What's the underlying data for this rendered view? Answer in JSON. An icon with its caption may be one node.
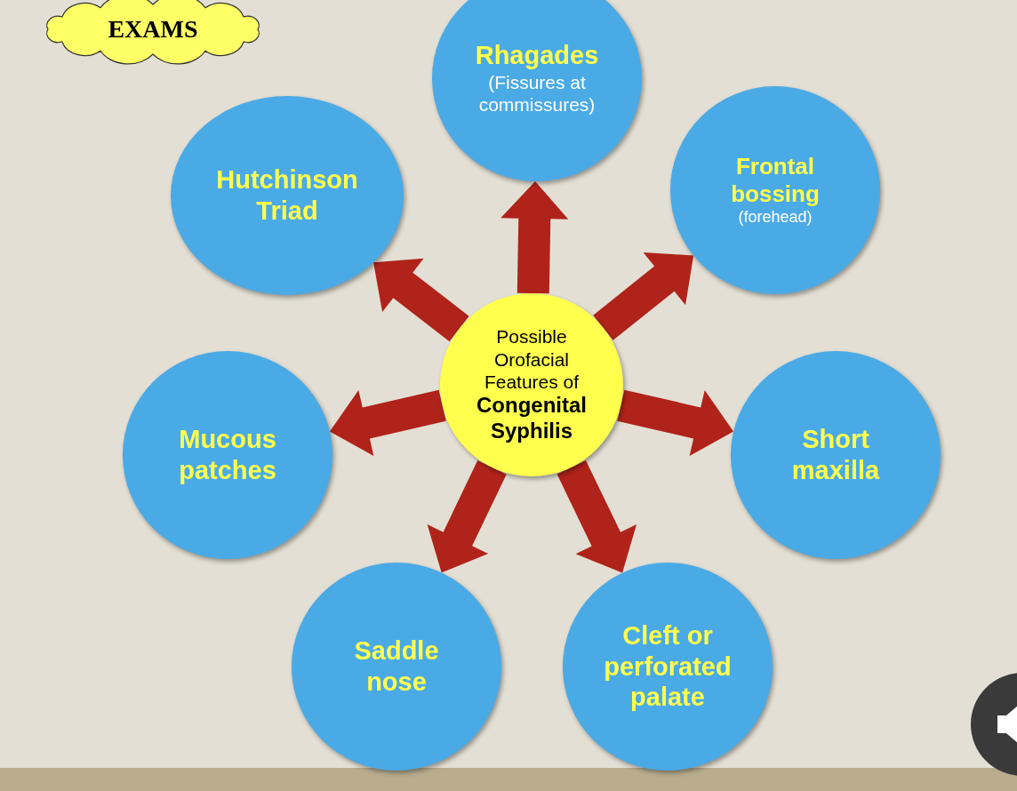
{
  "diagram": {
    "nodes": [
      {
        "text": [
          "EXAMS"
        ]
      },
      {
        "text": [
          "Possible Orofacial Features of **Congenital Syphilis**"
        ]
      },
      {
        "text": [
          "Rhagades",
          "(Fissures at commissures)"
        ]
      },
      {
        "text": [
          "Frontal bossing",
          "(forehead)"
        ]
      },
      {
        "text": [
          "Short maxilla"
        ]
      },
      {
        "text": [
          "Cleft or perforated palate"
        ]
      },
      {
        "text": [
          "Saddle nose"
        ]
      },
      {
        "text": [
          "Mucous patches"
        ]
      },
      {
        "text": [
          "Hutchinson Triad"
        ]
      }
    ],
    "edges": [
      {
        "from": 1,
        "to": 2,
        "arrow": "to"
      },
      {
        "from": 1,
        "to": 3,
        "arrow": "to"
      },
      {
        "from": 1,
        "to": 4,
        "arrow": "to"
      },
      {
        "from": 1,
        "to": 5,
        "arrow": "to"
      },
      {
        "from": 1,
        "to": 6,
        "arrow": "to"
      },
      {
        "from": 1,
        "to": 7,
        "arrow": "to"
      },
      {
        "from": 1,
        "to": 8,
        "arrow": "to"
      }
    ]
  }
}
